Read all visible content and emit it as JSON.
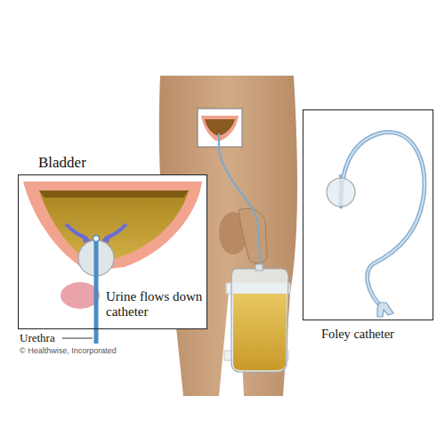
{
  "diagram": {
    "nodes": [
      {
        "text": [
          "Bladder",
          "Urine flows down catheter"
        ]
      },
      {
        "text": [
          "Foley catheter"
        ]
      }
    ],
    "labels": [
      "Urethra",
      "© Healthwise, Incorporated"
    ]
  }
}
